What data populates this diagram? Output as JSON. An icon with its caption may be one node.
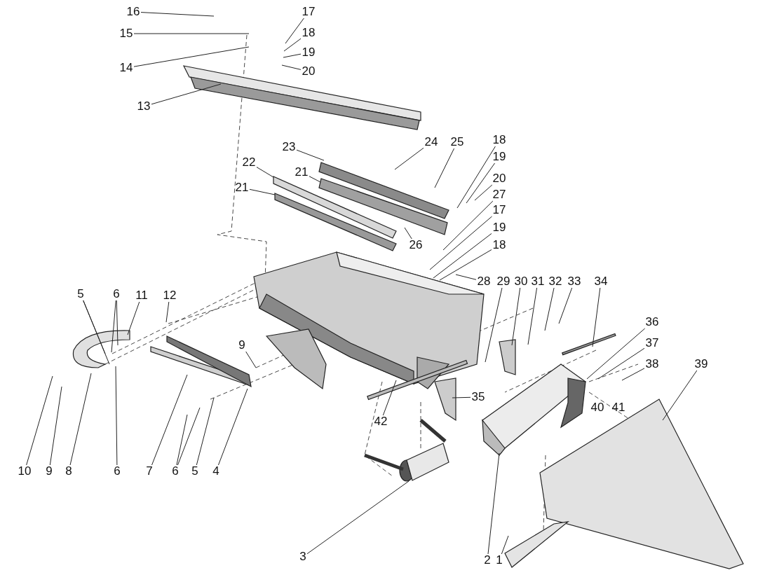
{
  "diagram": {
    "nodes": [
      {
        "text": [
          "16"
        ]
      },
      {
        "text": [
          "17"
        ]
      },
      {
        "text": [
          "18"
        ]
      },
      {
        "text": [
          "15"
        ]
      },
      {
        "text": [
          "19"
        ]
      },
      {
        "text": [
          "14"
        ]
      },
      {
        "text": [
          "20"
        ]
      },
      {
        "text": [
          "13"
        ]
      },
      {
        "text": [
          "18"
        ]
      },
      {
        "text": [
          "24"
        ]
      },
      {
        "text": [
          "25"
        ]
      },
      {
        "text": [
          "23"
        ]
      },
      {
        "text": [
          "19"
        ]
      },
      {
        "text": [
          "22"
        ]
      },
      {
        "text": [
          "21"
        ]
      },
      {
        "text": [
          "20"
        ]
      },
      {
        "text": [
          "21"
        ]
      },
      {
        "text": [
          "27"
        ]
      },
      {
        "text": [
          "17"
        ]
      },
      {
        "text": [
          "19"
        ]
      },
      {
        "text": [
          "26"
        ]
      },
      {
        "text": [
          "18"
        ]
      },
      {
        "text": [
          "28"
        ]
      },
      {
        "text": [
          "29"
        ]
      },
      {
        "text": [
          "30"
        ]
      },
      {
        "text": [
          "31"
        ]
      },
      {
        "text": [
          "32"
        ]
      },
      {
        "text": [
          "33"
        ]
      },
      {
        "text": [
          "34"
        ]
      },
      {
        "text": [
          "5"
        ]
      },
      {
        "text": [
          "6"
        ]
      },
      {
        "text": [
          "11"
        ]
      },
      {
        "text": [
          "12"
        ]
      },
      {
        "text": [
          "36"
        ]
      },
      {
        "text": [
          "37"
        ]
      },
      {
        "text": [
          "9"
        ]
      },
      {
        "text": [
          "38"
        ]
      },
      {
        "text": [
          "39"
        ]
      },
      {
        "text": [
          "35"
        ]
      },
      {
        "text": [
          "40"
        ]
      },
      {
        "text": [
          "41"
        ]
      },
      {
        "text": [
          "42"
        ]
      },
      {
        "text": [
          "10"
        ]
      },
      {
        "text": [
          "9"
        ]
      },
      {
        "text": [
          "8"
        ]
      },
      {
        "text": [
          "6"
        ]
      },
      {
        "text": [
          "7"
        ]
      },
      {
        "text": [
          "6"
        ]
      },
      {
        "text": [
          "5"
        ]
      },
      {
        "text": [
          "4"
        ]
      },
      {
        "text": [
          "3"
        ]
      },
      {
        "text": [
          "2"
        ]
      },
      {
        "text": [
          "1"
        ]
      }
    ],
    "edges": [
      {
        "from": 0,
        "to": null,
        "arrow": "none"
      },
      {
        "from": 1,
        "to": null,
        "arrow": "none"
      },
      {
        "from": 2,
        "to": null,
        "arrow": "none"
      },
      {
        "from": 3,
        "to": null,
        "arrow": "none"
      },
      {
        "from": 4,
        "to": null,
        "arrow": "none"
      },
      {
        "from": 5,
        "to": null,
        "arrow": "none"
      },
      {
        "from": 6,
        "to": null,
        "arrow": "none"
      },
      {
        "from": 7,
        "to": null,
        "arrow": "none"
      },
      {
        "from": 8,
        "to": null,
        "arrow": "none"
      },
      {
        "from": 9,
        "to": null,
        "arrow": "none"
      },
      {
        "from": 10,
        "to": null,
        "arrow": "none"
      },
      {
        "from": 11,
        "to": null,
        "arrow": "none"
      },
      {
        "from": 12,
        "to": null,
        "arrow": "none"
      },
      {
        "from": 13,
        "to": null,
        "arrow": "none"
      },
      {
        "from": 14,
        "to": null,
        "arrow": "none"
      },
      {
        "from": 15,
        "to": null,
        "arrow": "none"
      },
      {
        "from": 16,
        "to": null,
        "arrow": "none"
      },
      {
        "from": 17,
        "to": null,
        "arrow": "none"
      },
      {
        "from": 18,
        "to": null,
        "arrow": "none"
      },
      {
        "from": 19,
        "to": null,
        "arrow": "none"
      },
      {
        "from": 20,
        "to": null,
        "arrow": "none"
      },
      {
        "from": 21,
        "to": null,
        "arrow": "none"
      },
      {
        "from": 22,
        "to": null,
        "arrow": "none"
      },
      {
        "from": 23,
        "to": null,
        "arrow": "none"
      },
      {
        "from": 24,
        "to": null,
        "arrow": "none"
      },
      {
        "from": 25,
        "to": null,
        "arrow": "none"
      },
      {
        "from": 26,
        "to": null,
        "arrow": "none"
      },
      {
        "from": 27,
        "to": null,
        "arrow": "none"
      },
      {
        "from": 28,
        "to": null,
        "arrow": "none"
      },
      {
        "from": 29,
        "to": null,
        "arrow": "none"
      },
      {
        "from": 29,
        "to": null,
        "arrow": "none"
      },
      {
        "from": 30,
        "to": null,
        "arrow": "none"
      },
      {
        "from": 30,
        "to": null,
        "arrow": "none"
      },
      {
        "from": 31,
        "to": null,
        "arrow": "none"
      },
      {
        "from": 32,
        "to": null,
        "arrow": "none"
      },
      {
        "from": 33,
        "to": null,
        "arrow": "none"
      },
      {
        "from": 34,
        "to": null,
        "arrow": "none"
      },
      {
        "from": 35,
        "to": null,
        "arrow": "none"
      },
      {
        "from": 36,
        "to": null,
        "arrow": "none"
      },
      {
        "from": 37,
        "to": null,
        "arrow": "none"
      },
      {
        "from": 38,
        "to": null,
        "arrow": "none"
      },
      {
        "from": 41,
        "to": null,
        "arrow": "none"
      },
      {
        "from": 42,
        "to": null,
        "arrow": "none"
      },
      {
        "from": 43,
        "to": null,
        "arrow": "none"
      },
      {
        "from": 44,
        "to": null,
        "arrow": "none"
      },
      {
        "from": 45,
        "to": null,
        "arrow": "none"
      },
      {
        "from": 46,
        "to": null,
        "arrow": "none"
      },
      {
        "from": 47,
        "to": null,
        "arrow": "none"
      },
      {
        "from": 47,
        "to": null,
        "arrow": "none"
      },
      {
        "from": 48,
        "to": null,
        "arrow": "none"
      },
      {
        "from": 49,
        "to": null,
        "arrow": "none"
      },
      {
        "from": 50,
        "to": null,
        "arrow": "none"
      },
      {
        "from": 51,
        "to": null,
        "arrow": "none"
      },
      {
        "from": 52,
        "to": null,
        "arrow": "none"
      }
    ]
  }
}
